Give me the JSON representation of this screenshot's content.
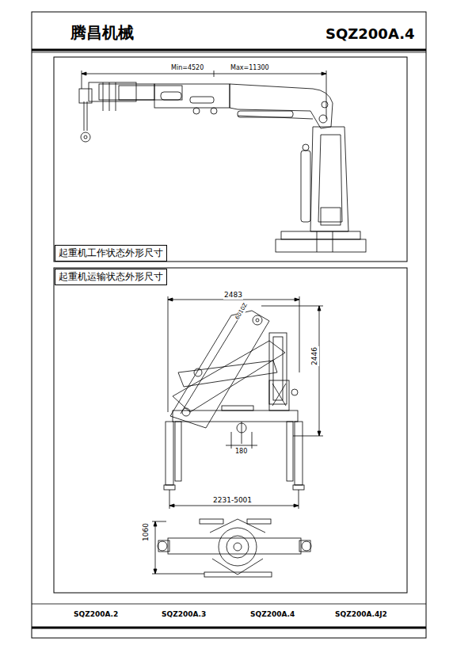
{
  "diagram": {
    "nodes": [
      {
        "text": [
          "起重机工作状态外形尺寸"
        ]
      },
      {
        "text": [
          "起重机运输状态外形尺寸"
        ]
      }
    ],
    "labels": [
      "腾昌机械",
      "SQZ200A.4",
      "Min=4520",
      "Max=11300",
      "6010Z",
      "2483",
      "2446",
      "180",
      "2231-5001",
      "1060",
      "SQZ200A.2",
      "SQZ200A.3",
      "SQZ200A.4",
      "SQZ200A.4J2"
    ]
  }
}
